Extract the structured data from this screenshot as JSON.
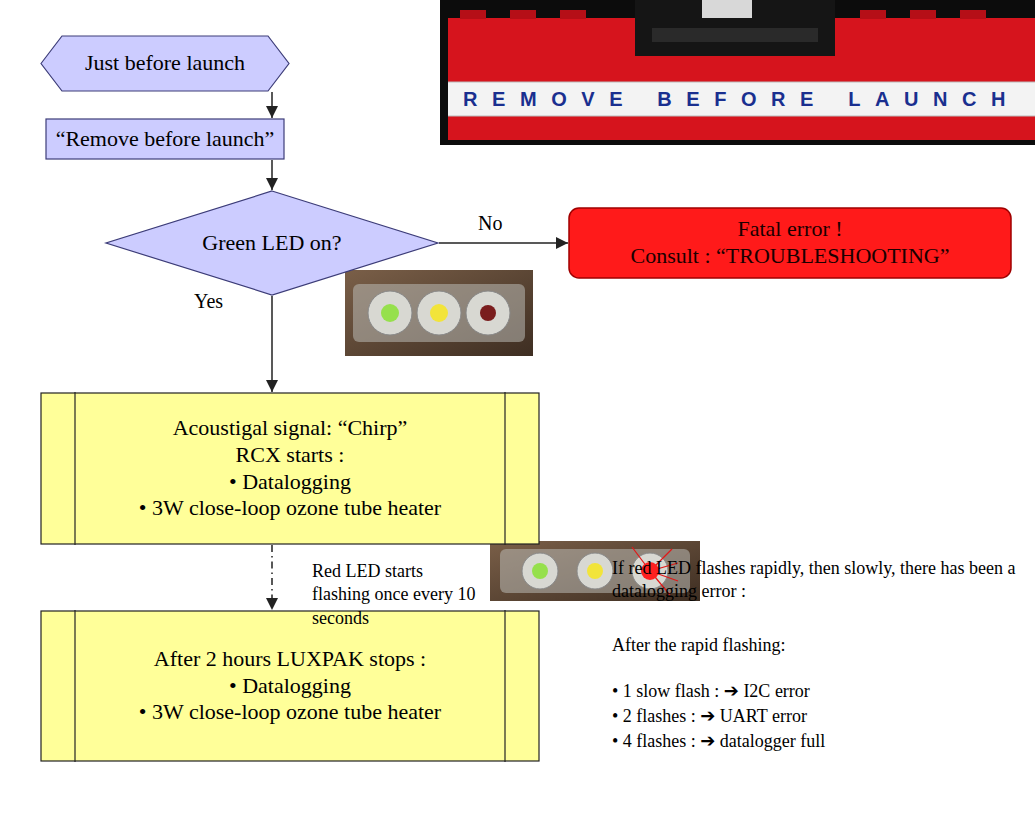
{
  "diagram": {
    "nodes": [
      {
        "text": [
          "Just before launch"
        ]
      },
      {
        "text": [
          "“Remove before launch”"
        ]
      },
      {
        "text": [
          "Green LED on?"
        ]
      },
      {
        "text": [
          "Fatal error !",
          "Consult : “TROUBLESHOOTING”"
        ]
      },
      {
        "text": [
          "Acoustigal signal: “Chirp”",
          "RCX starts :",
          "• Datalogging",
          "• 3W close-loop ozone tube heater"
        ]
      },
      {
        "text": [
          "After 2 hours LUXPAK stops :",
          "• Datalogging",
          "• 3W close-loop ozone tube heater"
        ]
      }
    ],
    "edges": [
      {
        "from": 0,
        "to": 1,
        "arrow": "to"
      },
      {
        "from": 1,
        "to": 2,
        "arrow": "to"
      },
      {
        "from": 2,
        "to": 3,
        "arrow": "to",
        "label": "No"
      },
      {
        "from": 2,
        "to": 4,
        "arrow": "to",
        "label": "Yes"
      },
      {
        "from": 4,
        "to": 5,
        "arrow": "to",
        "label": "Red LED starts flashing once every 10 seconds"
      }
    ],
    "labels": [
      "REMOVE BEFORE LAUNCH",
      "If red LED flashes rapidly, then slowly, there has been a datalogging error :",
      "After the rapid flashing:",
      "• 1 slow flash : ➔ I2C error",
      "• 2 flashes : ➔ UART error",
      "• 4 flashes : ➔ datalogger full"
    ]
  }
}
